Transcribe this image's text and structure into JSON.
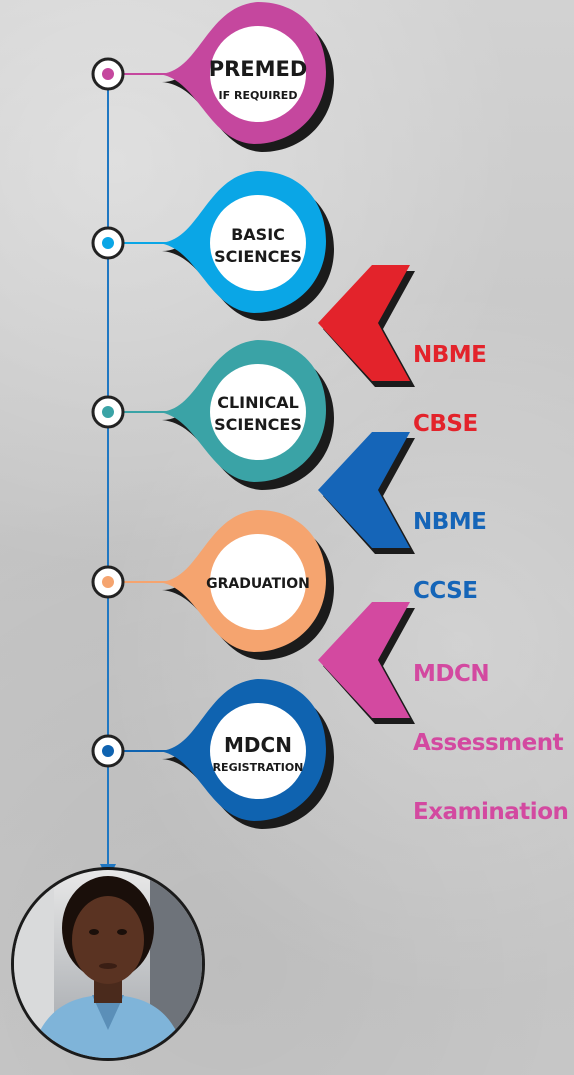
{
  "colors": {
    "premed": "#c5479e",
    "basic": "#0aa6e6",
    "clinical": "#3aa3a6",
    "graduation": "#f5a46f",
    "registration": "#0f63b0",
    "line": "#1f77c2",
    "cbse": "#e3232b",
    "ccse": "#1565b8",
    "mdcn_exam": "#d349a0"
  },
  "steps": [
    {
      "line1": "PREMED",
      "line2": "IF REQUIRED"
    },
    {
      "line1": "BASIC",
      "line2": "SCIENCES"
    },
    {
      "line1": "CLINICAL",
      "line2": "SCIENCES"
    },
    {
      "line1": "GRADUATION",
      "line2": ""
    },
    {
      "line1": "MDCN",
      "line2": "REGISTRATION"
    }
  ],
  "exams": [
    {
      "line1": "NBME",
      "line2": "CBSE",
      "line3": ""
    },
    {
      "line1": "NBME",
      "line2": "CCSE",
      "line3": ""
    },
    {
      "line1": "MDCN",
      "line2": "Assessment",
      "line3": "Examination"
    }
  ],
  "icons": [
    "arrow-down-icon",
    "chevron-left-icon",
    "avatar"
  ]
}
